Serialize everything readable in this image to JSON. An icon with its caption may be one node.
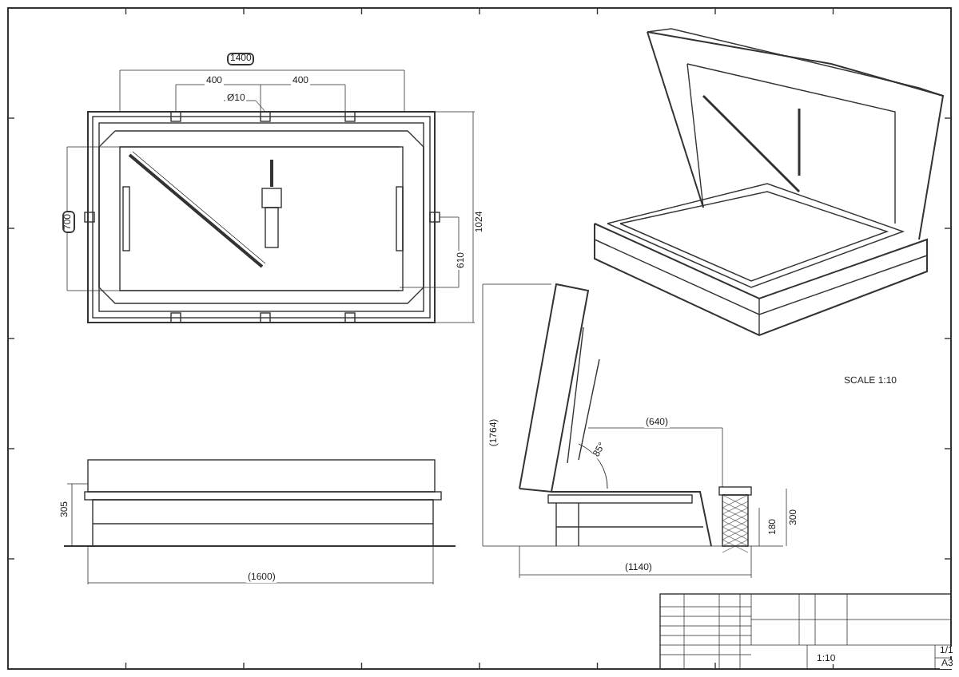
{
  "diagram": {
    "labels": [
      "1400",
      "400",
      "400",
      "Ø10",
      "700",
      "1024",
      "610",
      "SCALE 1:10",
      "(1764)",
      "(640)",
      "85°",
      "180",
      "300",
      "(1140)",
      "305",
      "(1600)",
      "1:10",
      "1/1",
      "A3"
    ]
  }
}
